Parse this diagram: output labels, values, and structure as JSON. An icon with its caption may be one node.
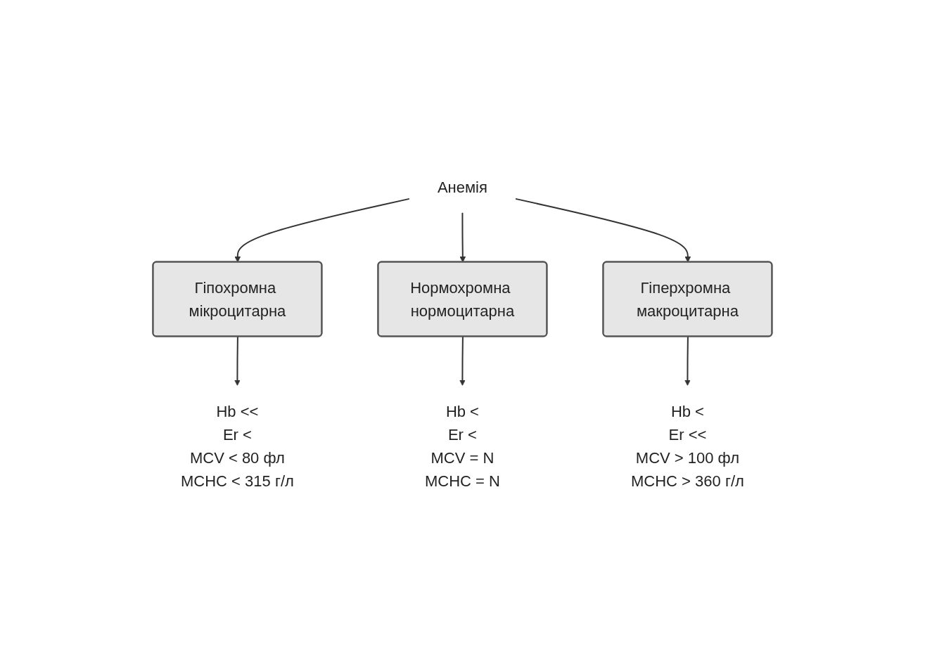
{
  "diagram": {
    "nodes": [
      {
        "text": [
          "Анемія"
        ]
      },
      {
        "text": [
          "Гіпохромна мікроцитарна"
        ]
      },
      {
        "text": [
          "Нормохромна нормоцитарна"
        ]
      },
      {
        "text": [
          "Гіперхромна макроцитарна"
        ]
      },
      {
        "text": [
          "Hb <<",
          "Er <",
          "MCV < 80 фл",
          "MCHC < 315 г/л"
        ]
      },
      {
        "text": [
          "Hb <",
          "Er <",
          "MCV = N",
          "MCHC = N"
        ]
      },
      {
        "text": [
          "Hb <",
          "Er <<",
          "MCV > 100 фл",
          "MCHC > 360 г/л"
        ]
      }
    ],
    "edges": [
      {
        "from": 0,
        "to": 1,
        "arrow": "to"
      },
      {
        "from": 0,
        "to": 2,
        "arrow": "to"
      },
      {
        "from": 0,
        "to": 3,
        "arrow": "to"
      },
      {
        "from": 1,
        "to": 4,
        "arrow": "to"
      },
      {
        "from": 2,
        "to": 5,
        "arrow": "to"
      },
      {
        "from": 3,
        "to": 6,
        "arrow": "to"
      }
    ]
  }
}
